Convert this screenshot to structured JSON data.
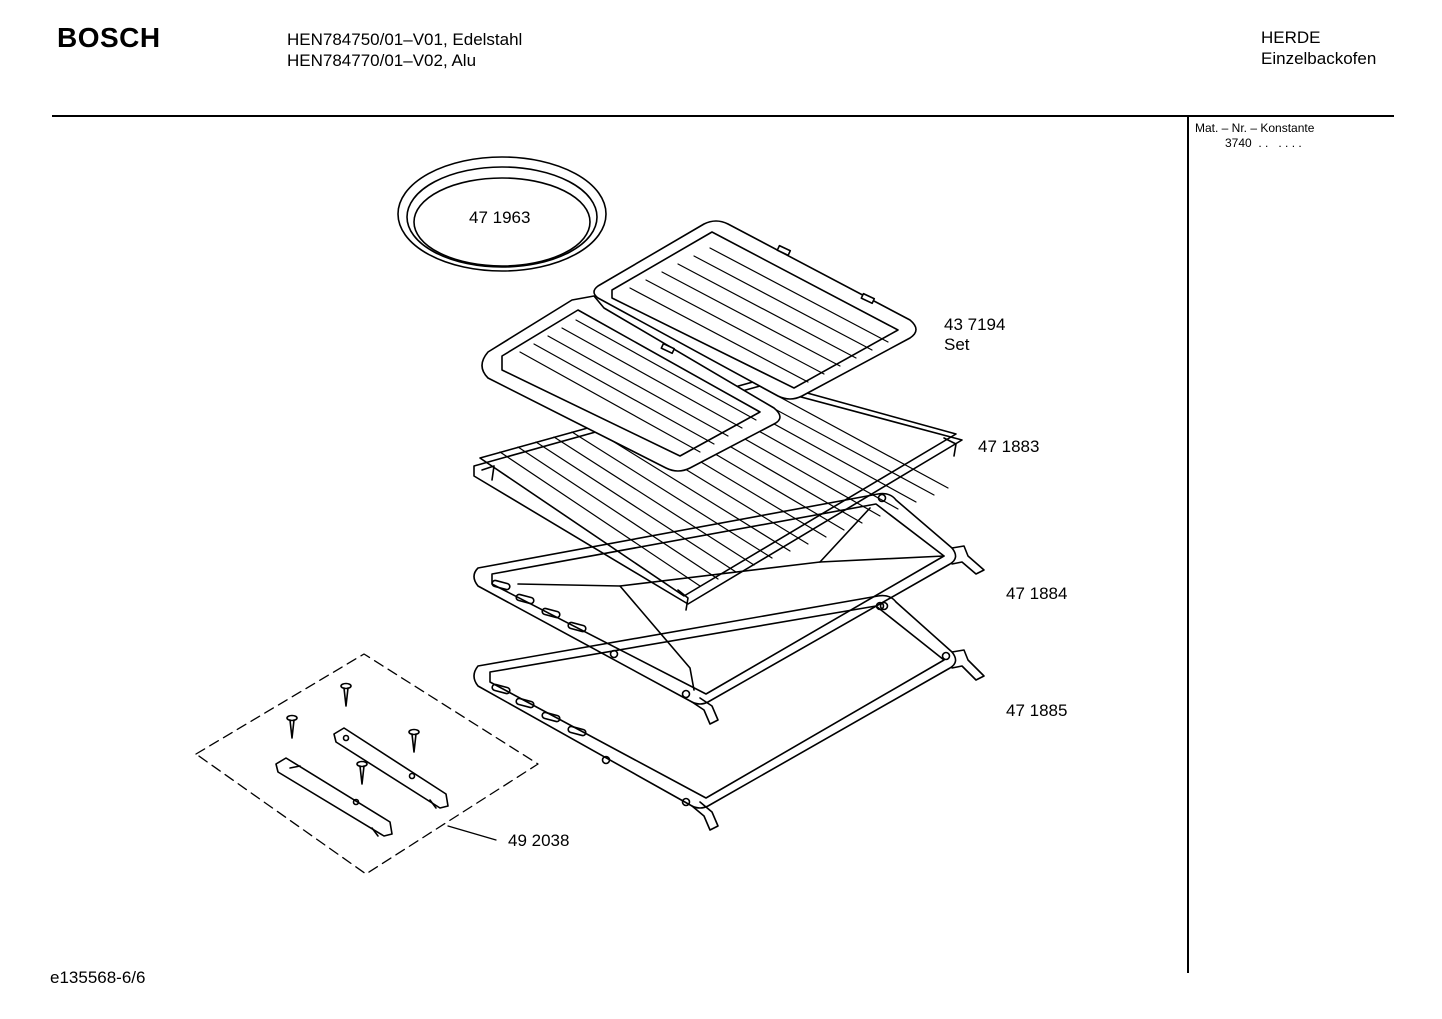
{
  "header": {
    "brand": "BOSCH",
    "models": [
      "HEN784750/01–V01, Edelstahl",
      "HEN784770/01–V02, Alu"
    ],
    "category": [
      "HERDE",
      "Einzelbackofen"
    ]
  },
  "side_panel": {
    "title": "Mat. – Nr. – Konstante",
    "value": "3740",
    "dots": ". .   . . . ."
  },
  "parts": {
    "pan": "47 1963",
    "set_number": "43 7194",
    "set_label": "Set",
    "grid": "47 1883",
    "tray_upper": "47 1884",
    "tray_lower": "47 1885",
    "rail_kit": "49 2038"
  },
  "footer": {
    "doc_id": "e135568-6/6"
  }
}
